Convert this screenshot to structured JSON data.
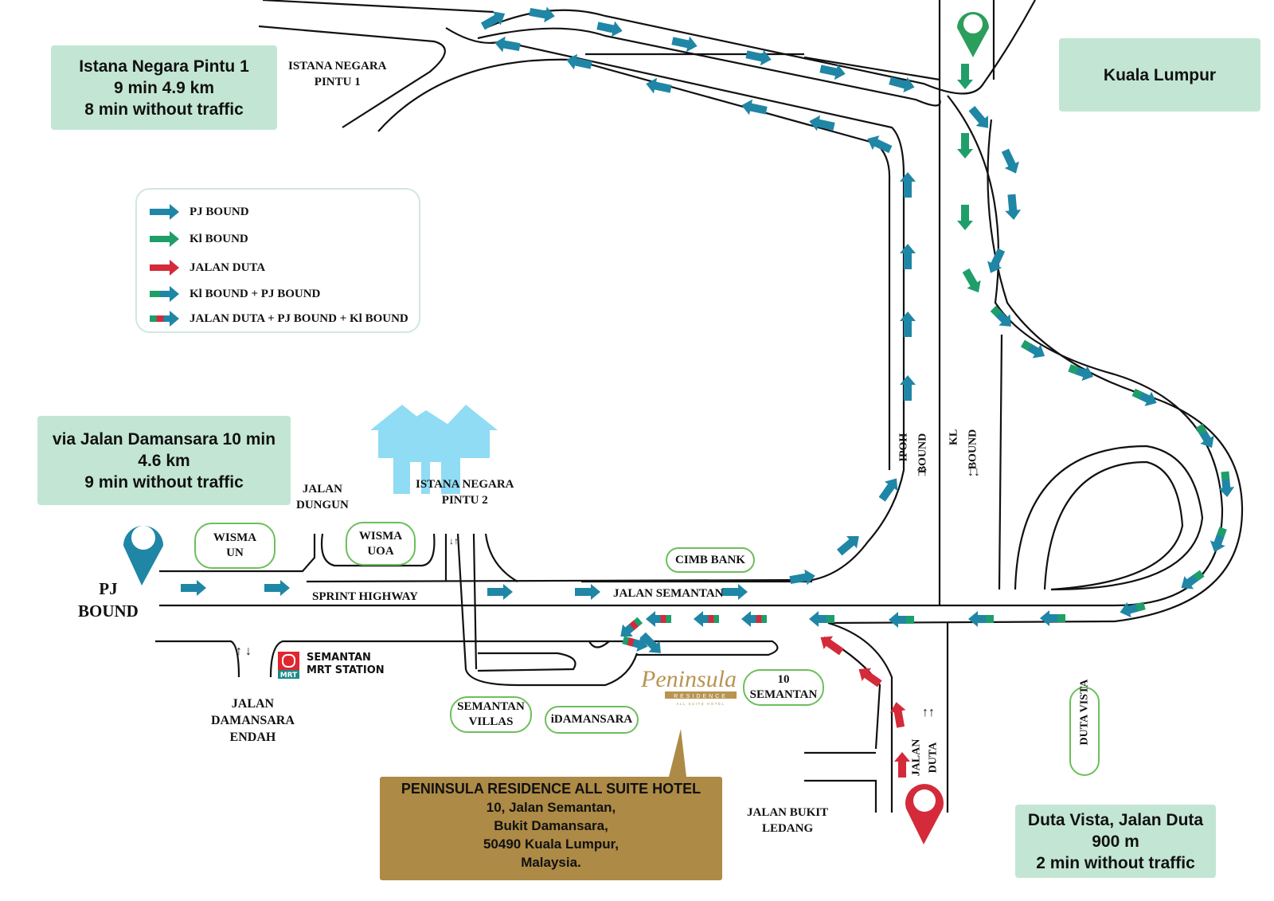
{
  "info_boxes": {
    "istana_pintu1": {
      "line1": "Istana Negara Pintu 1",
      "line2": "9 min 4.9 km",
      "line3": "8 min without traffic"
    },
    "kuala_lumpur": {
      "line1": "Kuala Lumpur"
    },
    "jalan_damansara": {
      "line1": "via Jalan Damansara  10 min",
      "line2": "4.6 km",
      "line3": "9 min without traffic"
    },
    "duta_vista": {
      "line1": "Duta Vista, Jalan Duta",
      "line2": "900 m",
      "line3": "2 min without traffic"
    }
  },
  "legend": {
    "items": [
      {
        "label": "PJ BOUND",
        "colors": [
          "#1f86a6"
        ]
      },
      {
        "label": "Kl BOUND",
        "colors": [
          "#1f9e6a"
        ]
      },
      {
        "label": "JALAN DUTA",
        "colors": [
          "#d42a3a"
        ]
      },
      {
        "label": "Kl BOUND   +   PJ BOUND",
        "colors": [
          "#1f9e6a",
          "#1f86a6"
        ]
      },
      {
        "label": "JALAN DUTA  +  PJ BOUND + Kl BOUND",
        "colors": [
          "#1f9e6a",
          "#d42a3a",
          "#1f86a6"
        ]
      }
    ]
  },
  "road_labels": {
    "istana_pintu1": [
      "ISTANA NEGARA",
      "PINTU 1"
    ],
    "istana_pintu2": [
      "ISTANA NEGARA",
      "PINTU 2"
    ],
    "jalan_dungun": [
      "JALAN",
      "DUNGUN"
    ],
    "sprint_highway": "SPRINT HIGHWAY",
    "jalan_semantan": "JALAN SEMANTAN",
    "jalan_damansara_endah": [
      "JALAN",
      "DAMANSARA",
      "ENDAH"
    ],
    "jalan_bukit_ledang": [
      "JALAN BUKIT",
      "LEDANG"
    ],
    "ipoh_bound": [
      "IPOH",
      "BOUND"
    ],
    "kl_bound": [
      "KL",
      "BOUND"
    ],
    "jalan_duta": [
      "JALAN",
      "DUTA"
    ],
    "pj_bound": [
      "PJ",
      "BOUND"
    ],
    "ipoh_arrows": "↑↑",
    "kl_arrows": "↓↓",
    "duta_arrows": "↑↑",
    "pintu2_arrows": "↓↑",
    "endah_arrows": "↑ ↓"
  },
  "landmarks": {
    "wisma_un": [
      "WISMA",
      "UN"
    ],
    "wisma_uoa": [
      "WISMA",
      "UOA"
    ],
    "cimb_bank": "CIMB BANK",
    "semantan_villas": [
      "SEMANTAN",
      "VILLAS"
    ],
    "idamansara": "iDAMANSARA",
    "ten_semantan": [
      "10",
      "SEMANTAN"
    ],
    "duta_vista": "DUTA VISTA",
    "mrt_station": [
      "SEMANTAN",
      "MRT STATION"
    ],
    "mrt_badge": "MRT"
  },
  "hotel": {
    "name": "PENINSULA RESIDENCE ALL SUITE HOTEL",
    "address": [
      "10, Jalan Semantan,",
      "Bukit Damansara,",
      "50490 Kuala Lumpur,",
      "Malaysia."
    ],
    "logo_text": "Peninsula",
    "logo_subtext": "RESIDENCE",
    "logo_tagline": "ALL SUITE HOTEL"
  },
  "colors": {
    "pj_bound": "#1f86a6",
    "kl_bound": "#1f9e6a",
    "jalan_duta": "#d42a3a",
    "info_box": "#c3e6d4",
    "hotel_box": "#ad8a45",
    "landmark_border": "#6cbf5c",
    "home_icon": "#8fdcf4"
  }
}
